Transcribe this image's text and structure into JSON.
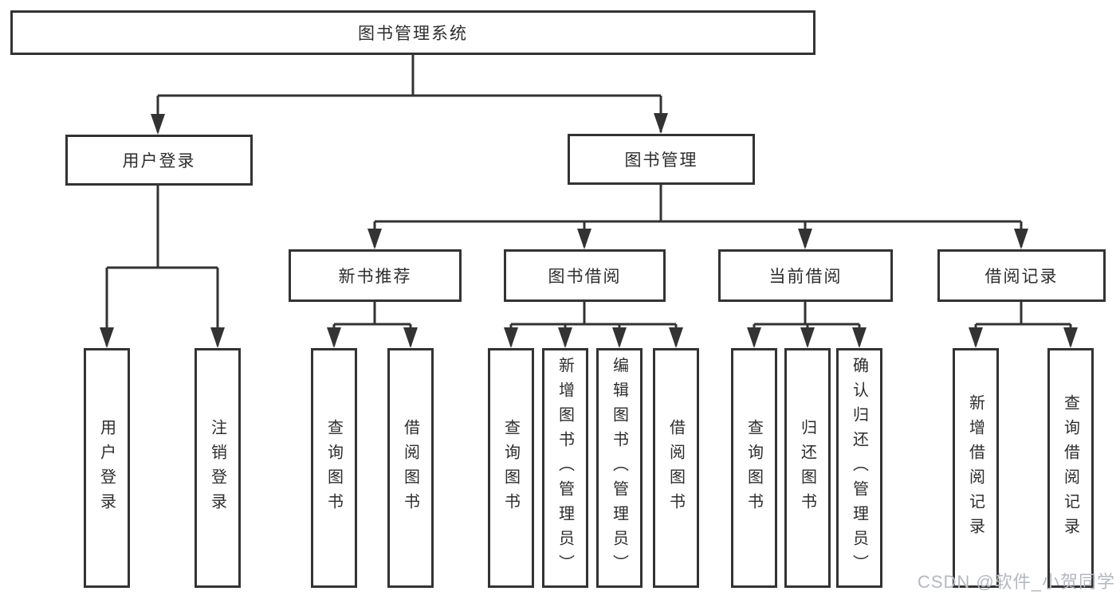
{
  "nodes": {
    "root": "图书管理系统",
    "level2": [
      "用户登录",
      "图书管理"
    ],
    "level3": [
      "新书推荐",
      "图书借阅",
      "当前借阅",
      "借阅记录"
    ],
    "leaves": [
      "用户登录",
      "注销登录",
      "查询图书",
      "借阅图书",
      "查询图书",
      "新增图书（管理员）",
      "编辑图书（管理员）",
      "借阅图书",
      "查询图书",
      "归还图书",
      "确认归还（管理员）",
      "新增借阅记录",
      "查询借阅记录"
    ]
  },
  "watermark": "CSDN @软件_小贺同学",
  "colors": {
    "line": "#333333",
    "text": "#2d2d2d",
    "background": "#ffffff",
    "watermark": "#b4b8bf"
  }
}
